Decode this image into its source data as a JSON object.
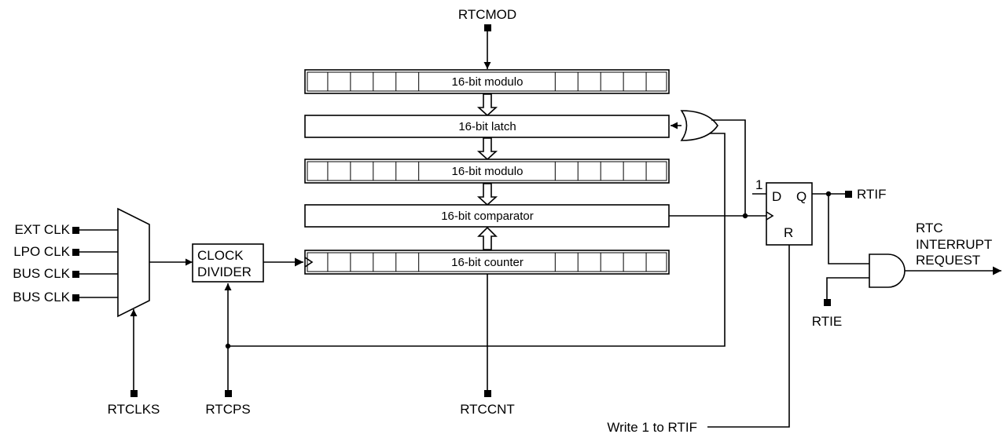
{
  "signals": {
    "rtcmod": "RTCMOD",
    "rtclks": "RTCLKS",
    "rtcps": "RTCPS",
    "rtccnt": "RTCCNT",
    "rtif": "RTIF",
    "rtie": "RTIE",
    "write_rtif": "Write 1 to RTIF"
  },
  "clock_inputs": [
    "EXT CLK",
    "LPO CLK",
    "BUS CLK",
    "BUS CLK"
  ],
  "clock_divider": {
    "line1": "CLOCK",
    "line2": "DIVIDER"
  },
  "registers": {
    "modulo_top": "16-bit modulo",
    "latch": "16-bit latch",
    "modulo_mid": "16-bit modulo",
    "comparator": "16-bit comparator",
    "counter": "16-bit counter"
  },
  "flipflop": {
    "d": "D",
    "q": "Q",
    "r": "R",
    "one": "1"
  },
  "output": {
    "line1": "RTC",
    "line2": "INTERRUPT",
    "line3": "REQUEST"
  }
}
